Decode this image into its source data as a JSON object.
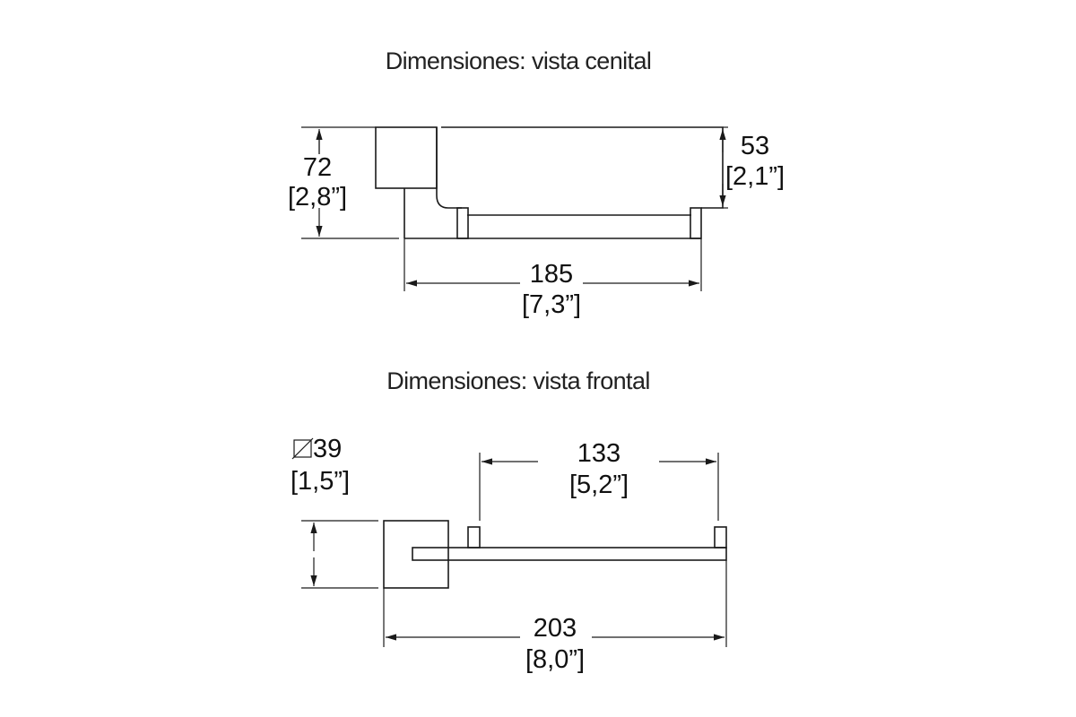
{
  "top_view": {
    "title": "Dimensiones: vista cenital",
    "height": {
      "value": "72",
      "inch": "[2,8”]"
    },
    "depth": {
      "value": "53",
      "inch": "[2,1”]"
    },
    "width": {
      "value": "185",
      "inch": "[7,3”]"
    }
  },
  "front_view": {
    "title": "Dimensiones: vista frontal",
    "base": {
      "value": "39",
      "inch": "[1,5”]"
    },
    "bar_length": {
      "value": "133",
      "inch": "[5,2”]"
    },
    "total_length": {
      "value": "203",
      "inch": "[8,0”]"
    }
  },
  "colors": {
    "line": "#1a1a1a",
    "background": "#ffffff"
  }
}
